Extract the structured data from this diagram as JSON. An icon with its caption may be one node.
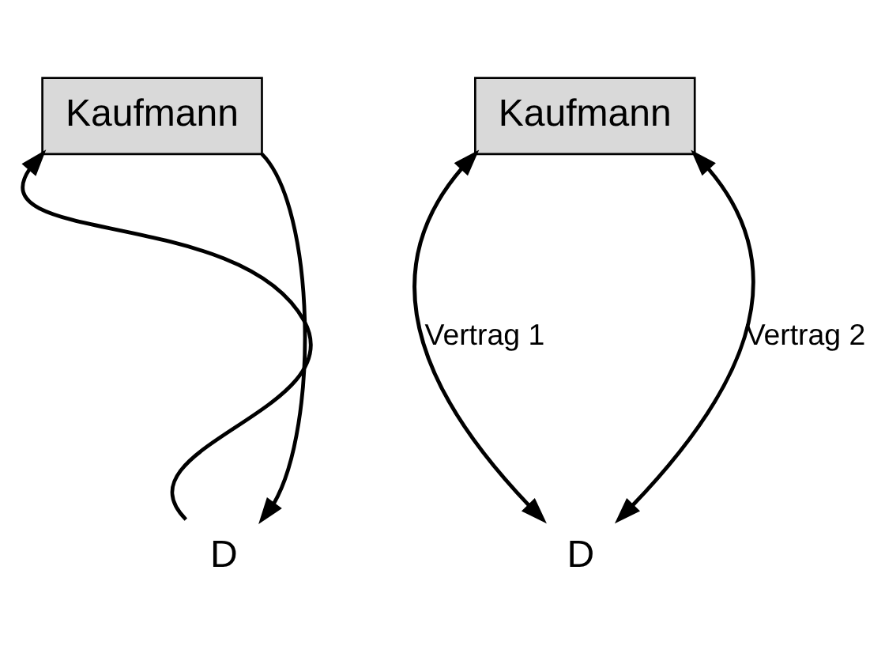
{
  "diagram": {
    "nodes": [
      {
        "text": [
          "Kaufmann"
        ]
      },
      {
        "text": [
          "Kaufmann"
        ]
      },
      {
        "text": [
          "D"
        ]
      },
      {
        "text": [
          "D"
        ]
      }
    ],
    "edges": [
      {
        "from": 2,
        "to": 0,
        "arrow": "to"
      },
      {
        "from": 0,
        "to": 2,
        "arrow": "to"
      },
      {
        "from": 1,
        "to": 3,
        "arrow": "both",
        "label": "Vertrag 1"
      },
      {
        "from": 1,
        "to": 3,
        "arrow": "both",
        "label": "Vertrag 2"
      }
    ]
  }
}
